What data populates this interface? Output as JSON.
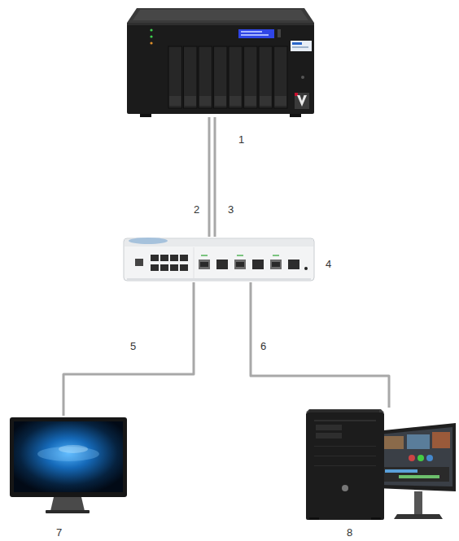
{
  "diagram": {
    "nodes": [
      {
        "text": [
          "1"
        ]
      },
      {
        "text": [
          "4"
        ]
      },
      {
        "text": [
          "7"
        ]
      },
      {
        "text": [
          "8"
        ]
      }
    ],
    "edges": [
      {
        "from": 0,
        "to": 1,
        "label": "2",
        "arrow": "none"
      },
      {
        "from": 0,
        "to": 1,
        "label": "3",
        "arrow": "none"
      },
      {
        "from": 1,
        "to": 2,
        "label": "5",
        "arrow": "none"
      },
      {
        "from": 1,
        "to": 3,
        "label": "6",
        "arrow": "none"
      }
    ]
  }
}
